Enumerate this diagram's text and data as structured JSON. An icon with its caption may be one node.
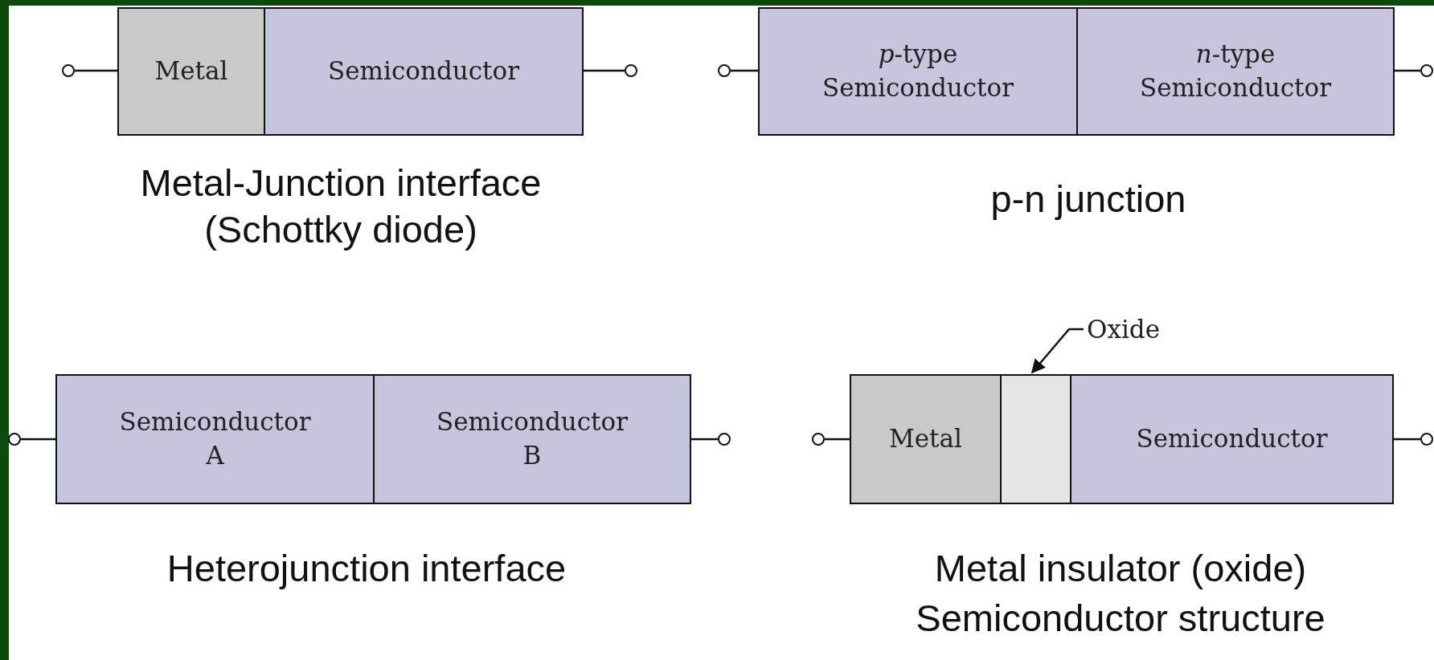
{
  "diagram": {
    "nodes": [
      {
        "text": [],
        "shape": "circle"
      },
      {
        "text": [
          "Metal"
        ]
      },
      {
        "text": [
          "Semiconductor"
        ]
      },
      {
        "text": [],
        "shape": "circle"
      },
      {
        "text": [],
        "shape": "circle"
      },
      {
        "text": [
          "*p*-type Semiconductor"
        ]
      },
      {
        "text": [
          "*n*-type Semiconductor"
        ]
      },
      {
        "text": [],
        "shape": "circle"
      },
      {
        "text": [
          "Oxide"
        ]
      },
      {
        "text": [],
        "shape": "circle"
      },
      {
        "text": [
          "Semiconductor A"
        ]
      },
      {
        "text": [
          "Semiconductor B"
        ]
      },
      {
        "text": [],
        "shape": "circle"
      },
      {
        "text": [],
        "shape": "circle"
      },
      {
        "text": [
          "Metal"
        ]
      },
      {
        "text": [],
        "shape": "box"
      },
      {
        "text": [
          "Semiconductor"
        ]
      },
      {
        "text": [],
        "shape": "circle"
      }
    ],
    "edges": [
      {
        "from": 0,
        "to": 1,
        "arrow": "none"
      },
      {
        "from": 2,
        "to": 3,
        "arrow": "none"
      },
      {
        "from": 4,
        "to": 5,
        "arrow": "none"
      },
      {
        "from": 6,
        "to": 7,
        "arrow": "none"
      },
      {
        "from": 8,
        "to": 15,
        "arrow": "to"
      },
      {
        "from": 9,
        "to": 10,
        "arrow": "none"
      },
      {
        "from": 11,
        "to": 12,
        "arrow": "none"
      },
      {
        "from": 13,
        "to": 14,
        "arrow": "none"
      },
      {
        "from": 16,
        "to": 17,
        "arrow": "none"
      }
    ],
    "labels": [
      "Metal-Junction interface",
      "(Schottky diode)",
      "p-n junction",
      "Heterojunction interface",
      "Metal insulator (oxide)",
      "Semiconductor structure"
    ]
  }
}
